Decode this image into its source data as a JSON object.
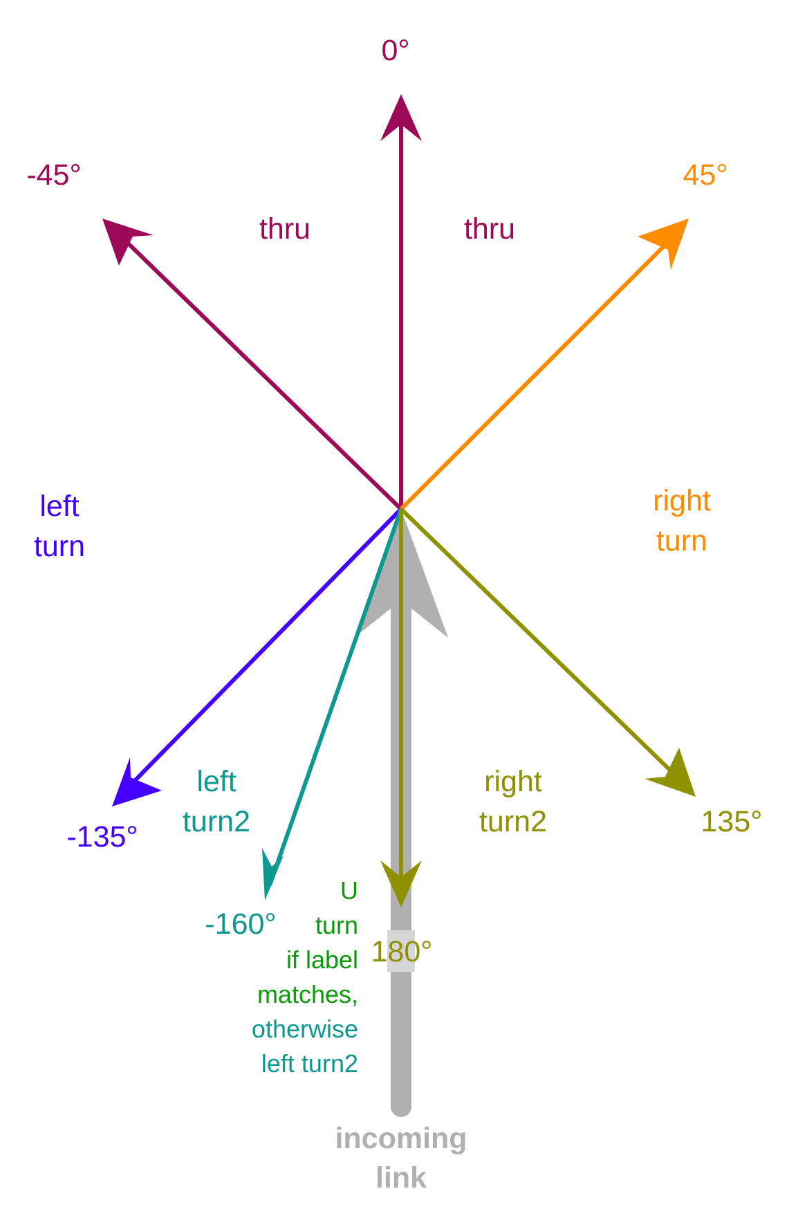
{
  "colors": {
    "thru": "#9c0a57",
    "right_turn": "#ff8c00",
    "left_turn": "#4400ff",
    "left_turn2": "#0e9990",
    "right_turn2": "#8f9100",
    "u_turn": "#0a9a0a",
    "incoming": "#b0b0b0"
  },
  "angles": {
    "a0": "0°",
    "a45": "45°",
    "am45": "-45°",
    "a135": "135°",
    "am135": "-135°",
    "am160": "-160°",
    "a180": "180°"
  },
  "regions": {
    "thru_left": "thru",
    "thru_right": "thru",
    "left_turn": [
      "left",
      "turn"
    ],
    "right_turn": [
      "right",
      "turn"
    ],
    "left_turn2": [
      "left",
      "turn2"
    ],
    "right_turn2": [
      "right",
      "turn2"
    ],
    "u_turn_note": [
      "U",
      "turn",
      "if label",
      "matches,"
    ],
    "u_turn_otherwise": [
      "otherwise",
      "left turn2"
    ]
  },
  "incoming_link": [
    "incoming",
    "link"
  ]
}
